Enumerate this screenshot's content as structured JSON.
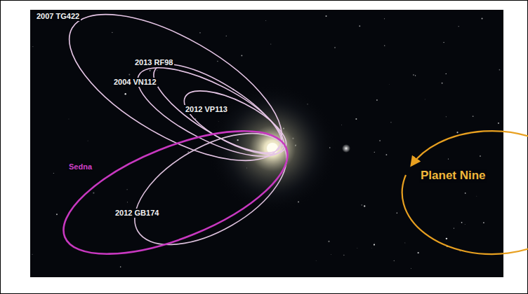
{
  "diagram": {
    "labels": [
      "2007 TG422",
      "2013 RF98",
      "2004 VN112",
      "2012 VP113",
      "Sedna",
      "2012 GB174",
      "Planet Nine"
    ]
  }
}
